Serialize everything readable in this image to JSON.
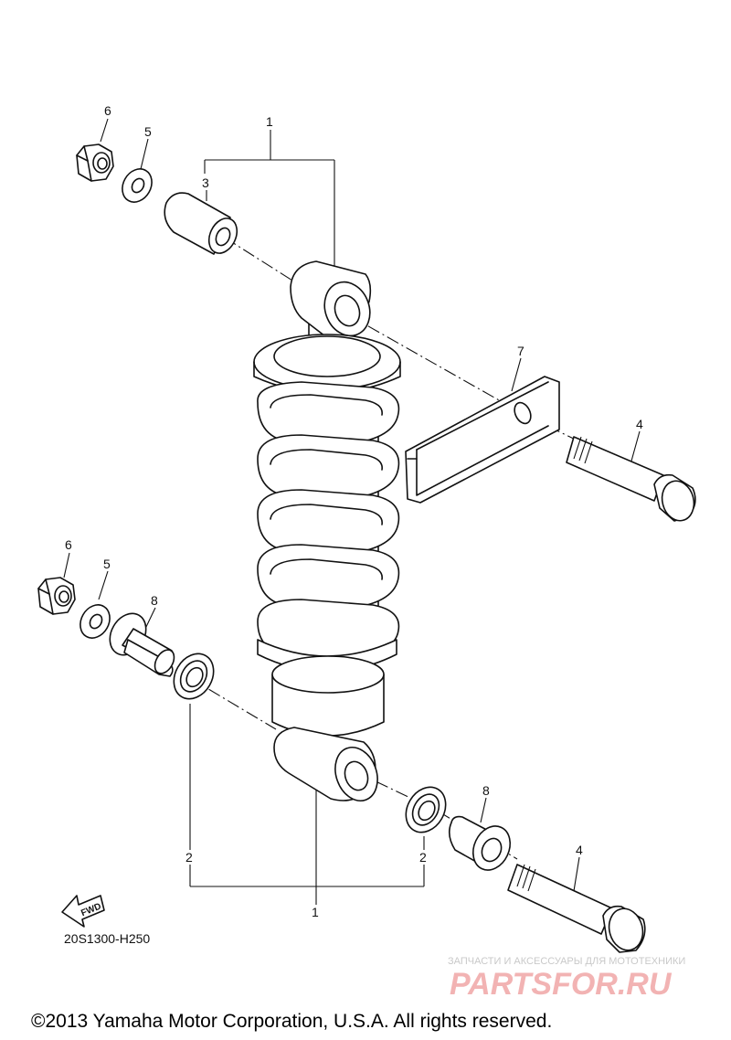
{
  "diagram_code": "20S1300-H250",
  "copyright": "©2013 Yamaha Motor Corporation, U.S.A. All rights reserved.",
  "watermark": {
    "tagline": "ЗАПЧАСТИ И АКСЕССУАРЫ ДЛЯ МОТОТЕХНИКИ",
    "brand": "PARTSFOR.RU"
  },
  "direction_marker": "FWD",
  "callouts": {
    "shock_top": "1",
    "shock_bottom": "1",
    "bearing_left": "2",
    "bearing_right": "2",
    "collar_top": "3",
    "bolt_top": "4",
    "bolt_bottom": "4",
    "washer_top": "5",
    "washer_bottom": "5",
    "nut_top": "6",
    "nut_bottom": "6",
    "bracket": "7",
    "collar_left": "8",
    "collar_right": "8"
  }
}
